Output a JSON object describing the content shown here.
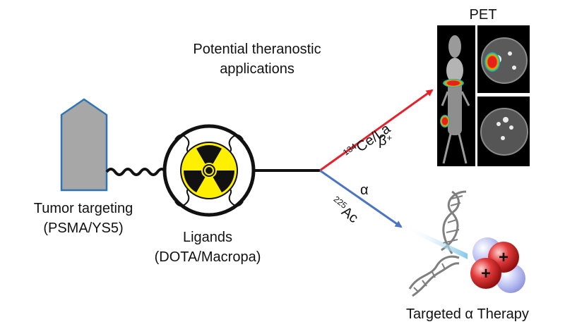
{
  "header": {
    "title_line1": "Potential theranostic",
    "title_line2": "applications"
  },
  "targeting": {
    "label_line1": "Tumor targeting",
    "label_line2": "(PSMA/YS5)",
    "shape_fill": "#a7a7a7",
    "shape_stroke": "#2e75b6"
  },
  "ligand": {
    "label_line1": "Ligands",
    "label_line2": "(DOTA/Macropa)",
    "symbol_fill": "#ffef00",
    "symbol_icon": "radiation-trefoil-icon"
  },
  "pet_branch": {
    "isotope_mass": "134",
    "isotope_symbol": "Ce/La",
    "decay_base": "β",
    "decay_charge": "+",
    "arrow_color": "#e8202a"
  },
  "alpha_branch": {
    "decay": "α",
    "isotope_mass": "225",
    "isotope_symbol": "Ac",
    "arrow_color": "#4a74c4"
  },
  "pet_image": {
    "title": "PET",
    "hotspot_colors": [
      "#e8201a",
      "#f5a300",
      "#39d353",
      "#2a7cf0"
    ]
  },
  "therapy": {
    "label": "Targeted α Therapy",
    "proton_symbol": "+",
    "proton_color": "#d42020",
    "neutron_color": "#b9bdf2"
  }
}
